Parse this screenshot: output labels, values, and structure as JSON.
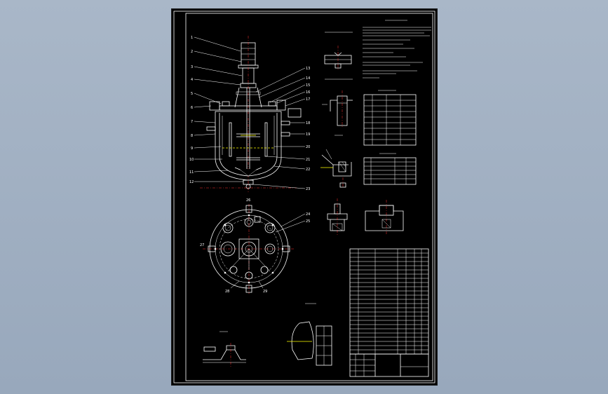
{
  "drawing": {
    "type": "engineering-drawing",
    "background": "#000000",
    "viewport_background": "#a3b2c4",
    "line_colors": [
      "#ffffff",
      "#ffff00",
      "#00ffff",
      "#ff3030",
      "#30ff30",
      "#ff40ff"
    ]
  },
  "views": {
    "main_section": "reactor-vessel-section-view",
    "top_view": "reactor-top-view",
    "details": [
      "detail-1",
      "detail-2",
      "detail-3",
      "detail-4",
      "detail-5",
      "detail-6",
      "detail-7"
    ]
  },
  "title_block": {
    "drawing_number": "",
    "text_legible": false
  },
  "notes": {
    "text_legible": false
  }
}
